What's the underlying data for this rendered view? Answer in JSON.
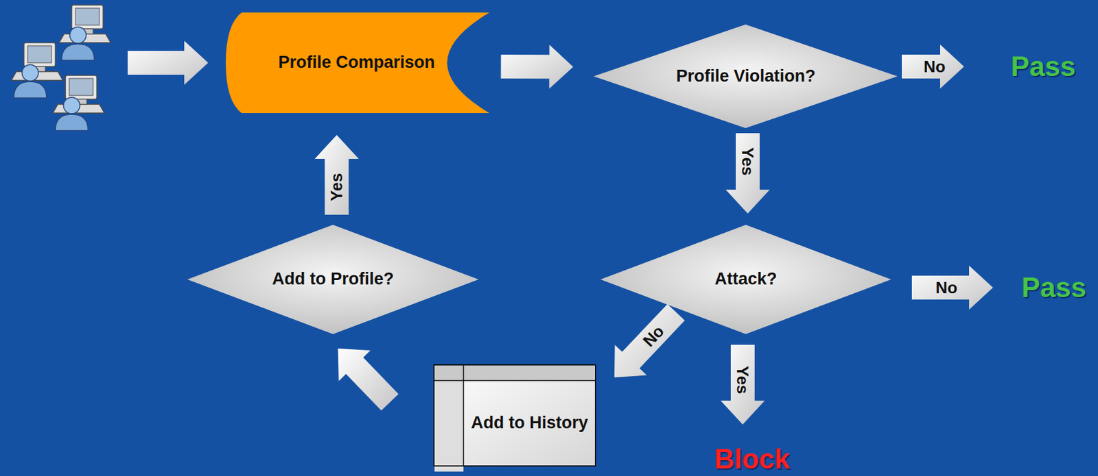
{
  "diagram": {
    "nodes": [
      {
        "text": [
          "Profile Comparison"
        ]
      },
      {
        "text": [
          "Profile Violation?"
        ]
      },
      {
        "text": [
          "Attack?"
        ]
      },
      {
        "text": [
          "Add to History"
        ]
      },
      {
        "text": [
          "Add to Profile?"
        ]
      }
    ],
    "edges": [
      {
        "from": 0,
        "to": 1,
        "arrow": "to"
      },
      {
        "from": 1,
        "to": 2,
        "label": "Yes",
        "arrow": "to"
      },
      {
        "from": 2,
        "to": 3,
        "label": "No",
        "arrow": "to"
      },
      {
        "from": 3,
        "to": 4,
        "arrow": "to"
      },
      {
        "from": 4,
        "to": 0,
        "label": "Yes",
        "arrow": "to"
      }
    ],
    "labels": [
      "No",
      "Pass",
      "No",
      "Pass",
      "Yes",
      "Block"
    ]
  }
}
